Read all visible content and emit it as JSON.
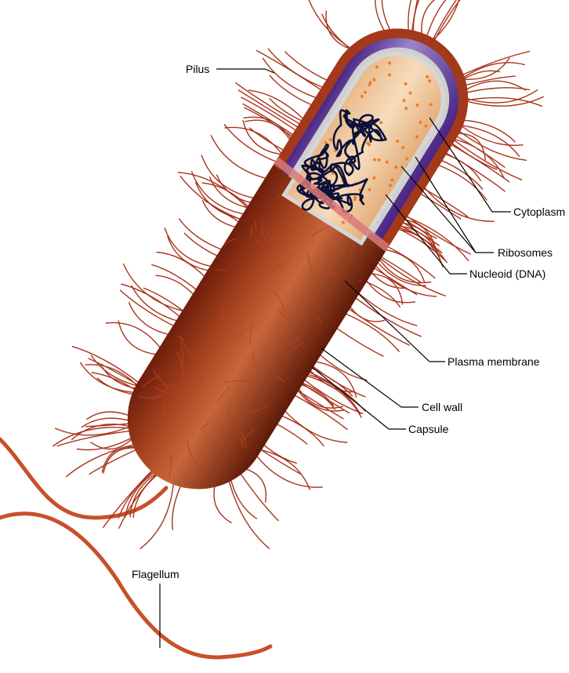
{
  "labels": {
    "pilus": "Pilus",
    "cytoplasm": "Cytoplasm",
    "ribosomes": "Ribosomes",
    "nucleoid": "Nucleoid (DNA)",
    "plasma_membrane": "Plasma membrane",
    "cell_wall": "Cell wall",
    "capsule": "Capsule",
    "flagellum": "Flagellum"
  },
  "colors": {
    "capsule": "#8b2a12",
    "cell_wall": "#6b3aa0",
    "plasma_membrane": "#c8c8c8",
    "cytoplasm": "#e9b17b",
    "dna": "#0d1038",
    "ribosome": "#f07a2a",
    "pili": "#a8341c",
    "flagellum": "#c8502a"
  }
}
